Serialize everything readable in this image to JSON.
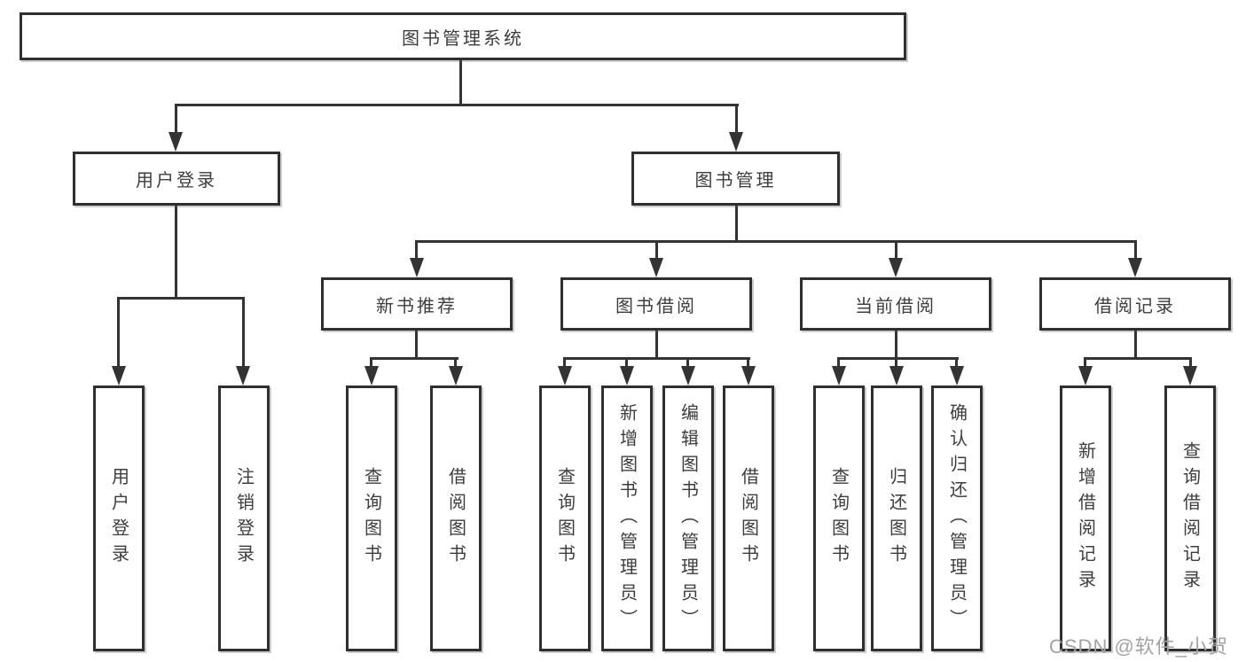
{
  "colors": {
    "background": "#ffffff",
    "line": "#333333",
    "border": "#2f2f2f",
    "text": "#3d3d3d",
    "watermark": "#a3a3a3"
  },
  "tree": {
    "root": "图书管理系统",
    "user_login": {
      "label": "用户登录",
      "children": [
        "用户登录",
        "注销登录"
      ]
    },
    "book_mgmt": {
      "label": "图书管理",
      "sections": [
        {
          "label": "新书推荐",
          "children": [
            "查询图书",
            "借阅图书"
          ]
        },
        {
          "label": "图书借阅",
          "children": [
            "查询图书",
            "新增图书（管理员）",
            "编辑图书（管理员）",
            "借阅图书"
          ]
        },
        {
          "label": "当前借阅",
          "children": [
            "查询图书",
            "归还图书",
            "确认归还（管理员）"
          ]
        },
        {
          "label": "借阅记录",
          "children": [
            "新增借阅记录",
            "查询借阅记录"
          ]
        }
      ]
    }
  },
  "watermark": {
    "text": "CSDN @软件_小贺同学"
  }
}
